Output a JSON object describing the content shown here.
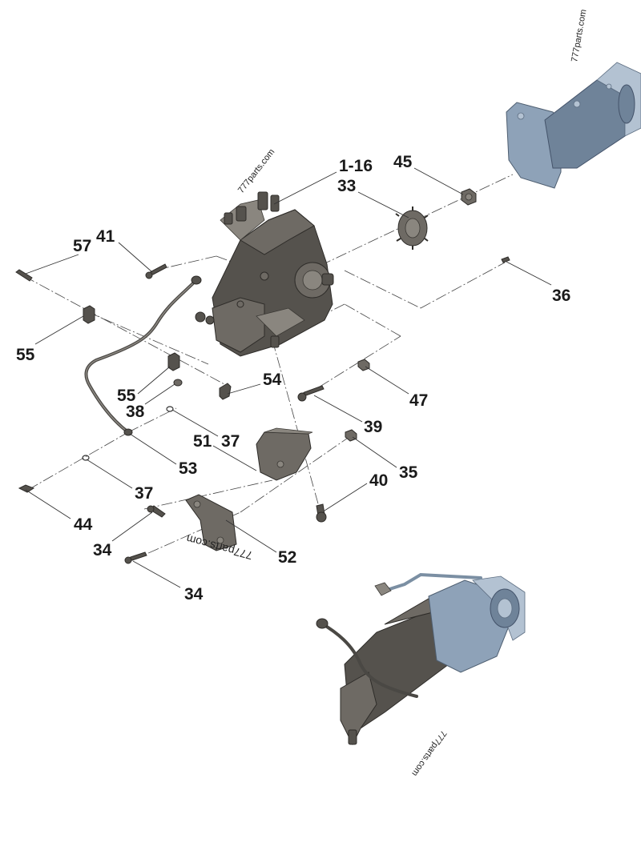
{
  "watermarks": [
    {
      "text": "777parts.com"
    },
    {
      "text": "777parts.com"
    },
    {
      "text": "777parts.com"
    },
    {
      "text": "777parts.com"
    }
  ],
  "callouts": [
    {
      "text": "1-16"
    },
    {
      "text": "33"
    },
    {
      "text": "45"
    },
    {
      "text": "36"
    },
    {
      "text": "57"
    },
    {
      "text": "41"
    },
    {
      "text": "55"
    },
    {
      "text": "55"
    },
    {
      "text": "54"
    },
    {
      "text": "38"
    },
    {
      "text": "47"
    },
    {
      "text": "39"
    },
    {
      "text": "51"
    },
    {
      "text": "37"
    },
    {
      "text": "53"
    },
    {
      "text": "35"
    },
    {
      "text": "37"
    },
    {
      "text": "40"
    },
    {
      "text": "44"
    },
    {
      "text": "34"
    },
    {
      "text": "52"
    },
    {
      "text": "34"
    }
  ]
}
